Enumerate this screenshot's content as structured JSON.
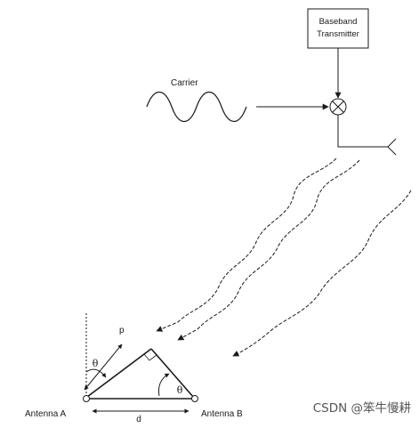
{
  "diagram": {
    "transmitter_box": {
      "line1": "Baseband",
      "line2": "Transmitter"
    },
    "carrier_label": "Carrier",
    "antenna_a_label": "Antenna A",
    "antenna_b_label": "Antenna B",
    "path_difference_label": "p",
    "spacing_label": "d",
    "angle_label_left": "θ",
    "angle_label_right": "θ"
  },
  "watermark": "CSDN @笨牛慢耕",
  "colors": {
    "ink": "#1a1a1a",
    "background": "#ffffff"
  }
}
